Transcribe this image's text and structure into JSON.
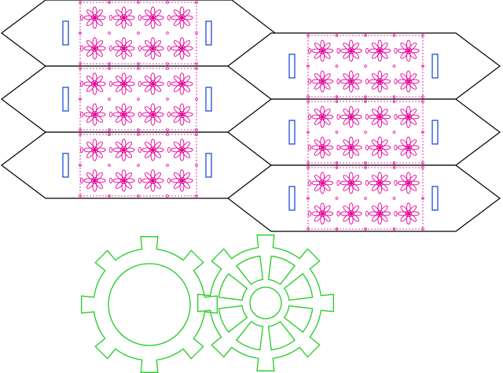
{
  "colors": {
    "background": "#ffffff",
    "panel_outline": "#000000",
    "pattern": "#e6009a",
    "slot": "#1f4ed8",
    "gear_outline": "#22cc22"
  },
  "panels": {
    "left_column_count": 3,
    "right_column_count": 3,
    "pattern_grid_rows": 2,
    "pattern_grid_cols": 4,
    "slots_per_panel": 2
  },
  "gears": {
    "left": {
      "type": "ring-gear",
      "teeth": 8
    },
    "right": {
      "type": "spoked-gear",
      "teeth": 8,
      "spokes": 8
    }
  }
}
